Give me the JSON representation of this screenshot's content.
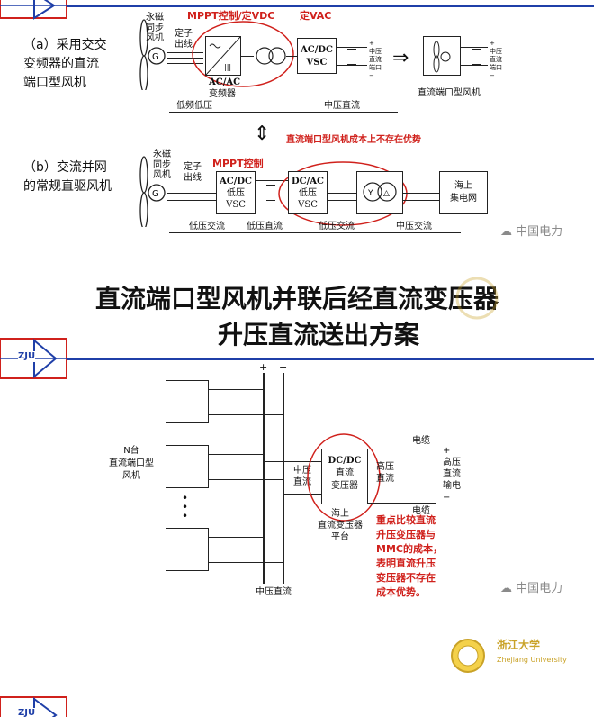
{
  "slide1": {
    "a_label": [
      "（a）采用交交",
      "变频器的直流",
      "端口型风机"
    ],
    "b_label": [
      "（b）交流并网",
      "的常规直驱风机"
    ],
    "pmsg": [
      "永磁",
      "同步",
      "风机"
    ],
    "stator": [
      "定子",
      "出线"
    ],
    "mppt_vdc": "MPPT控制/定VDC",
    "fixed_vac": "定VAC",
    "acac": "AC/AC",
    "acac_sub": "变频器",
    "acdc_vsc": [
      "AC/DC",
      "VSC"
    ],
    "mvdc_port": [
      "中压",
      "直流",
      "端口"
    ],
    "dc_turbine_caption": "直流端口型风机",
    "lf_lv": "低频低压",
    "mvdc": "中压直流",
    "no_cost_adv": "直流端口型风机成本上不存在优势",
    "mppt": "MPPT控制",
    "acdc_lv": [
      "AC/DC",
      "低压",
      "VSC"
    ],
    "dcac_lv": [
      "DC/AC",
      "低压",
      "VSC"
    ],
    "offshore_grid": [
      "海上",
      "集电网"
    ],
    "seg_lvac": "低压交流",
    "seg_lvdc": "低压直流",
    "seg_lvac2": "低压交流",
    "seg_mvac": "中压交流",
    "watermark": "中国电力"
  },
  "slide2": {
    "logo_text": "ZJU",
    "title_line1": "直流端口型风机并联后经直流变压器",
    "title_line2": "升压直流送出方案",
    "n_turbines": [
      "N台",
      "直流端口型",
      "风机"
    ],
    "plus": "+",
    "minus": "−",
    "mvdc_bus": "中压直流",
    "mvdc_left": [
      "中压",
      "直流"
    ],
    "dcdc": [
      "DC/DC",
      "直流",
      "变压器"
    ],
    "hvdc_right": [
      "高压",
      "直流"
    ],
    "cable": "电缆",
    "hvdc_out": [
      "高压",
      "直流",
      "输电"
    ],
    "platform": [
      "海上",
      "直流变压器",
      "平台"
    ],
    "note": [
      "重点比较直流",
      "升压变压器与",
      "MMC的成本，",
      "表明直流升压",
      "变压器不存在",
      "成本优势。"
    ],
    "watermark": "中国电力",
    "university_cn": "浙江大学",
    "university_en": "Zhejiang University"
  },
  "slide3": {
    "logo_text": "ZJU"
  },
  "colors": {
    "accent_blue": "#1f3fa8",
    "note_red": "#d0211c"
  }
}
